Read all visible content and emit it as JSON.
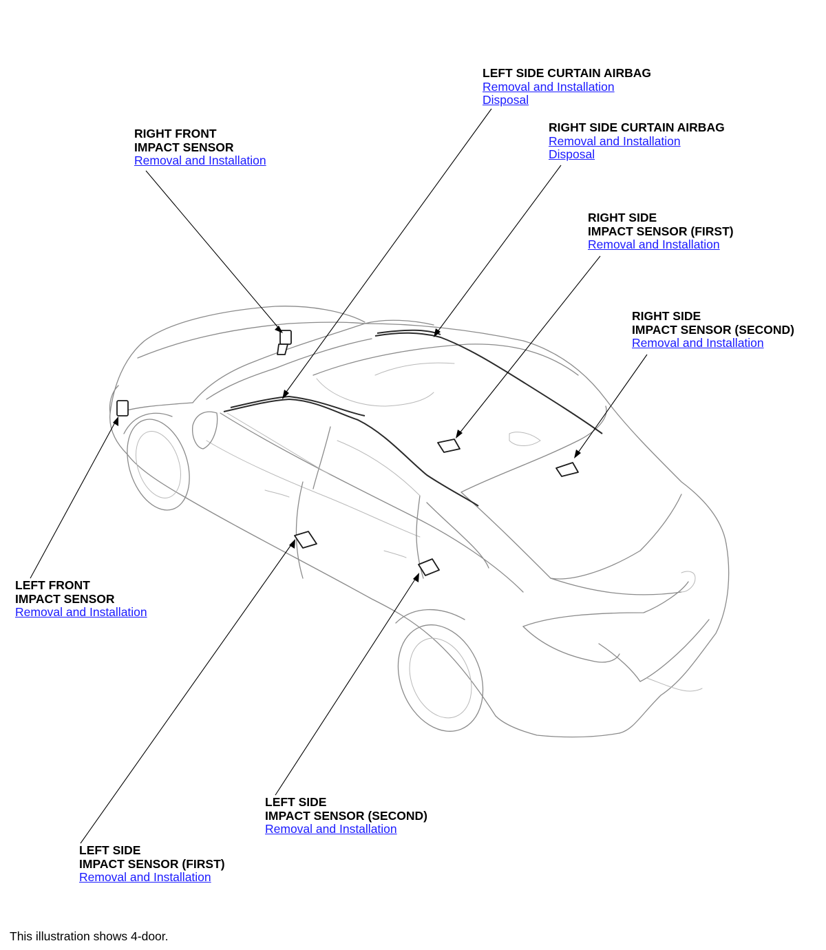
{
  "callouts": {
    "left_curtain": {
      "title": [
        "LEFT SIDE CURTAIN AIRBAG"
      ],
      "links": [
        "Removal and Installation",
        "Disposal"
      ]
    },
    "right_curtain": {
      "title": [
        "RIGHT SIDE CURTAIN AIRBAG"
      ],
      "links": [
        "Removal and Installation",
        "Disposal"
      ]
    },
    "right_front": {
      "title": [
        "RIGHT FRONT",
        "IMPACT SENSOR"
      ],
      "links": [
        "Removal and Installation"
      ]
    },
    "right_side_first": {
      "title": [
        "RIGHT SIDE",
        "IMPACT SENSOR (FIRST)"
      ],
      "links": [
        "Removal and Installation"
      ]
    },
    "right_side_second": {
      "title": [
        "RIGHT SIDE",
        "IMPACT SENSOR (SECOND)"
      ],
      "links": [
        "Removal and Installation"
      ]
    },
    "left_front": {
      "title": [
        "LEFT FRONT",
        "IMPACT SENSOR"
      ],
      "links": [
        "Removal and Installation"
      ]
    },
    "left_side_second": {
      "title": [
        "LEFT SIDE",
        "IMPACT SENSOR (SECOND)"
      ],
      "links": [
        "Removal and Installation"
      ]
    },
    "left_side_first": {
      "title": [
        "LEFT SIDE",
        "IMPACT SENSOR (FIRST)"
      ],
      "links": [
        "Removal and Installation"
      ]
    }
  },
  "footnote": "This illustration shows 4-door.",
  "colors": {
    "link": "#1a1aff",
    "car_outline": "#8a8a8a",
    "component": "#1a1a1a"
  }
}
